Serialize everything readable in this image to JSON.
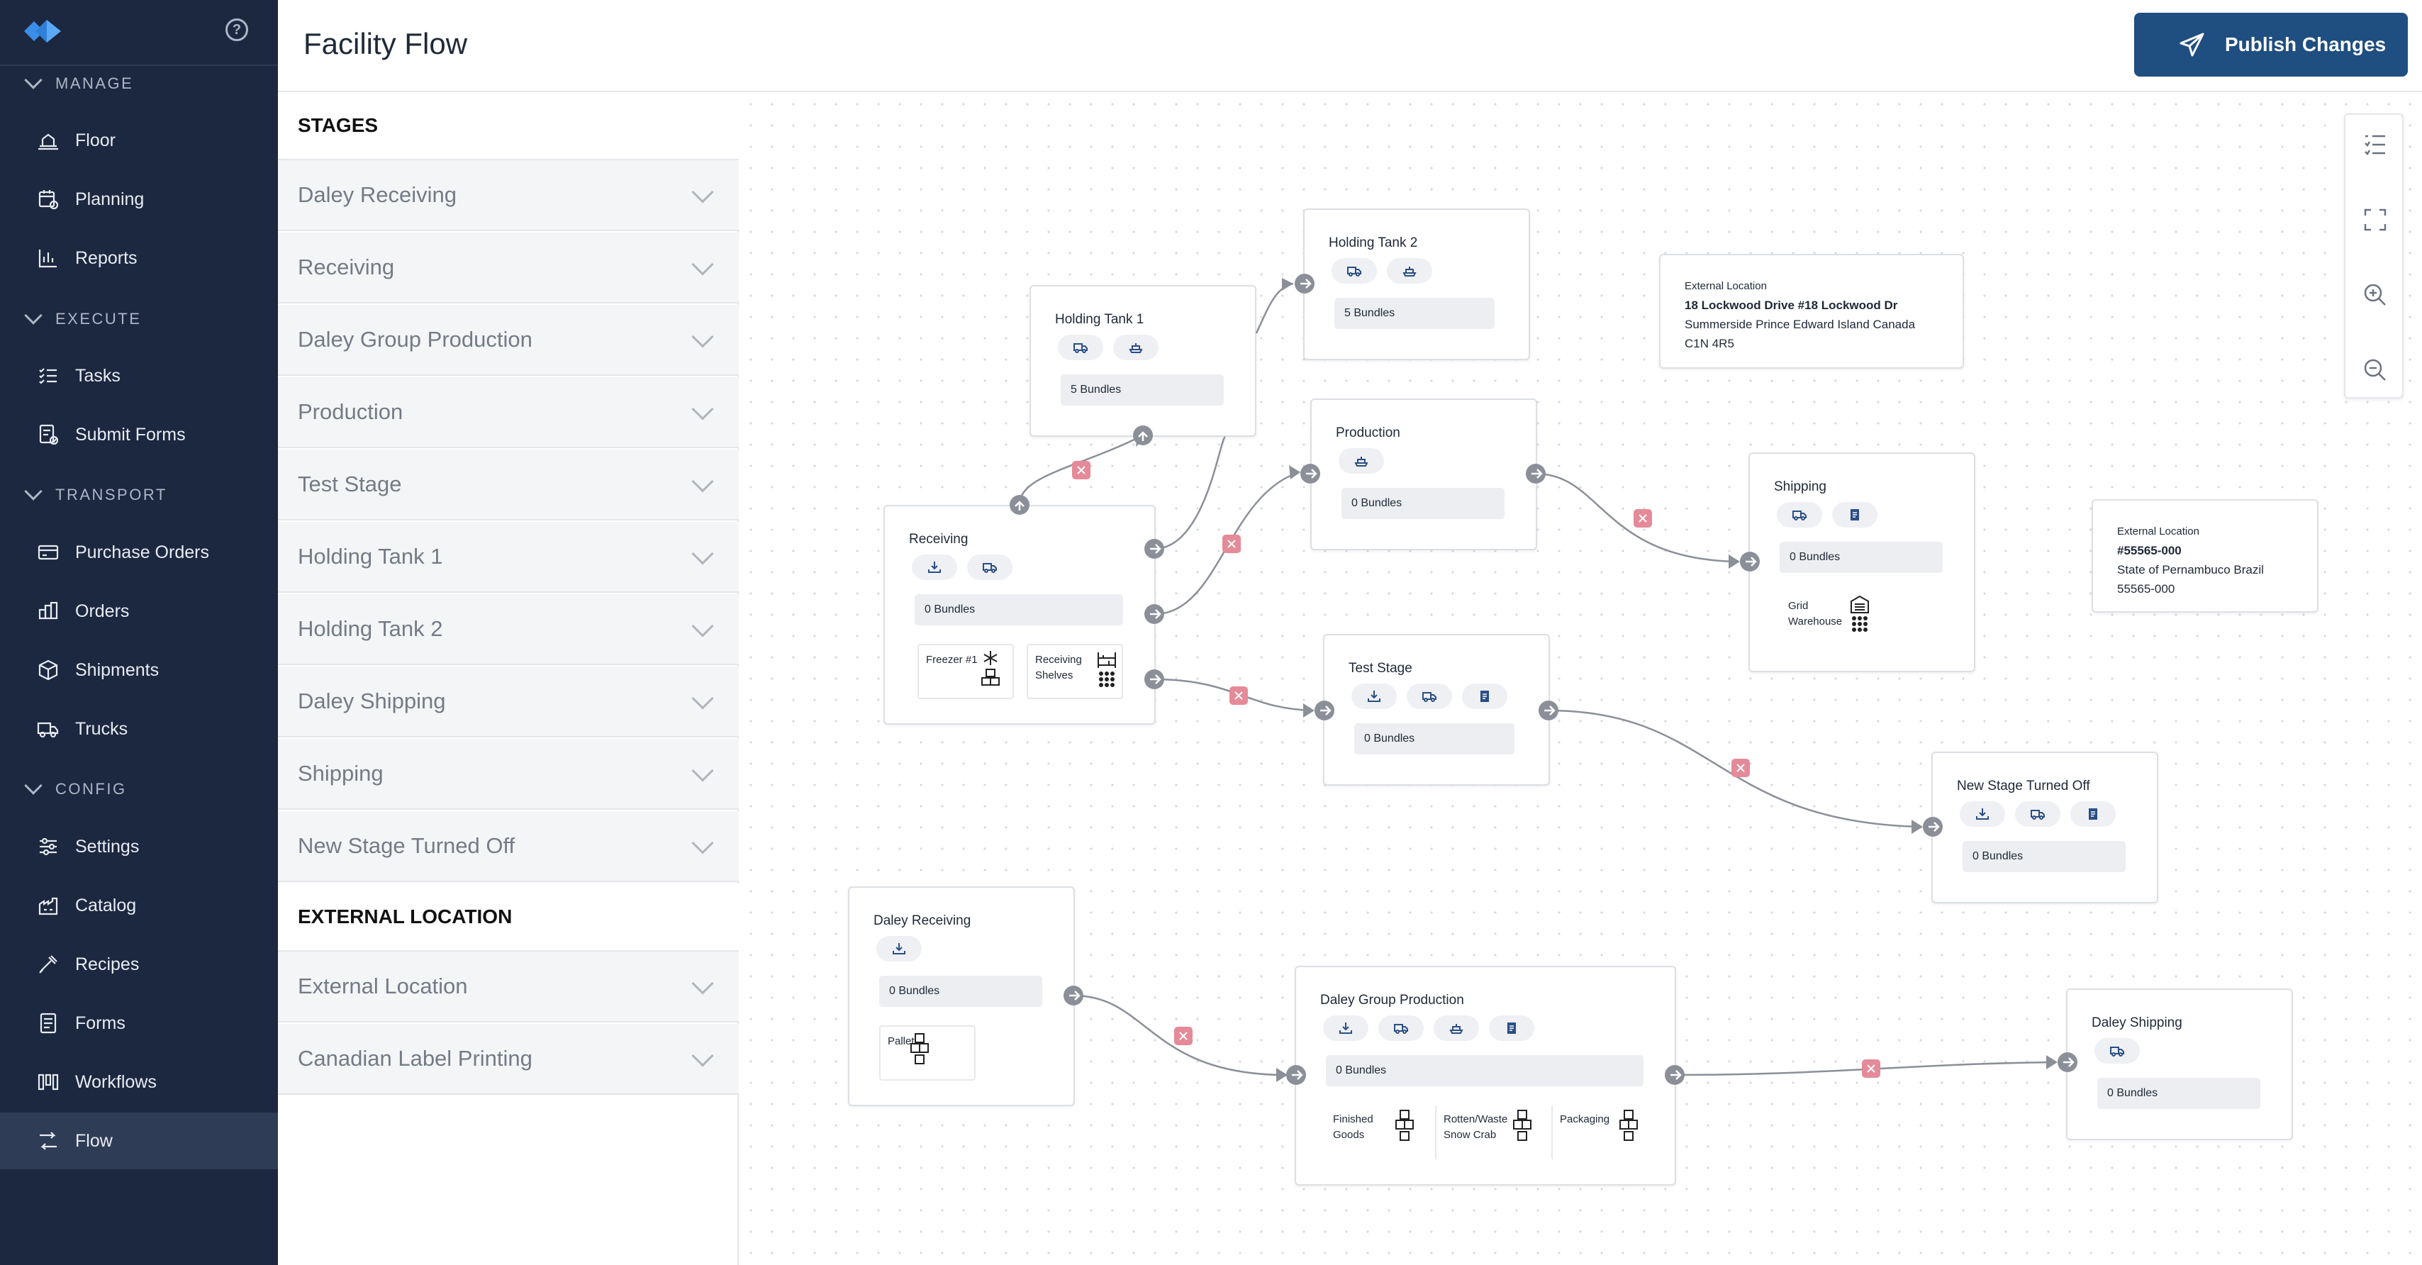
{
  "sidebar": {
    "sections": [
      {
        "label": "MANAGE",
        "items": [
          {
            "label": "Floor",
            "icon": "floor-icon"
          },
          {
            "label": "Planning",
            "icon": "planning-icon"
          },
          {
            "label": "Reports",
            "icon": "reports-icon"
          }
        ]
      },
      {
        "label": "EXECUTE",
        "items": [
          {
            "label": "Tasks",
            "icon": "tasks-icon"
          },
          {
            "label": "Submit Forms",
            "icon": "submit-forms-icon"
          }
        ]
      },
      {
        "label": "TRANSPORT",
        "items": [
          {
            "label": "Purchase Orders",
            "icon": "purchase-orders-icon"
          },
          {
            "label": "Orders",
            "icon": "orders-icon"
          },
          {
            "label": "Shipments",
            "icon": "shipments-icon"
          },
          {
            "label": "Trucks",
            "icon": "trucks-icon"
          }
        ]
      },
      {
        "label": "CONFIG",
        "items": [
          {
            "label": "Settings",
            "icon": "settings-icon"
          },
          {
            "label": "Catalog",
            "icon": "catalog-icon"
          },
          {
            "label": "Recipes",
            "icon": "recipes-icon"
          },
          {
            "label": "Forms",
            "icon": "forms-icon"
          },
          {
            "label": "Workflows",
            "icon": "workflows-icon"
          },
          {
            "label": "Flow",
            "icon": "flow-icon",
            "active": true
          }
        ]
      }
    ],
    "help_glyph": "?"
  },
  "header": {
    "title": "Facility Flow",
    "publish_label": "Publish Changes"
  },
  "panel": {
    "stages_heading": "STAGES",
    "stages": [
      "Daley Receiving",
      "Receiving",
      "Daley Group Production",
      "Production",
      "Test Stage",
      "Holding Tank 1",
      "Holding Tank 2",
      "Daley Shipping",
      "Shipping",
      "New Stage Turned Off"
    ],
    "external_heading": "EXTERNAL LOCATION",
    "externals": [
      "External Location",
      "Canadian Label Printing"
    ]
  },
  "canvas": {
    "cards": {
      "holding_tank_1": {
        "title": "Holding Tank 1",
        "bundles": "5 Bundles"
      },
      "holding_tank_2": {
        "title": "Holding Tank 2",
        "bundles": "5 Bundles"
      },
      "production": {
        "title": "Production",
        "bundles": "0 Bundles"
      },
      "receiving": {
        "title": "Receiving",
        "bundles": "0 Bundles",
        "loc1": "Freezer #1",
        "loc2_line1": "Receiving",
        "loc2_line2": "Shelves"
      },
      "shipping": {
        "title": "Shipping",
        "bundles": "0 Bundles",
        "loc_line1": "Grid",
        "loc_line2": "Warehouse"
      },
      "test_stage": {
        "title": "Test Stage",
        "bundles": "0 Bundles"
      },
      "new_stage_off": {
        "title": "New Stage Turned Off",
        "bundles": "0 Bundles"
      },
      "daley_receiving": {
        "title": "Daley Receiving",
        "bundles": "0 Bundles",
        "loc1": "Pallet"
      },
      "daley_group_production": {
        "title": "Daley Group Production",
        "bundles": "0 Bundles",
        "loc1_line1": "Finished",
        "loc1_line2": "Goods",
        "loc2_line1": "Rotten/Waste",
        "loc2_line2": "Snow Crab",
        "loc3": "Packaging"
      },
      "daley_shipping": {
        "title": "Daley Shipping",
        "bundles": "0 Bundles"
      }
    },
    "externals": {
      "canada": {
        "label": "External Location",
        "line1": "18 Lockwood Drive #18 Lockwood Dr",
        "line2": "Summerside Prince Edward Island Canada",
        "line3": "C1N 4R5"
      },
      "brazil": {
        "label": "External Location",
        "line1": "#55565-000",
        "line2": "State of Pernambuco Brazil",
        "line3": "55565-000"
      }
    }
  },
  "colors": {
    "sidebar_bg": "#1c2840",
    "accent": "#1f4e80",
    "edge": "#8a8f98",
    "delete": "#e48a98"
  }
}
